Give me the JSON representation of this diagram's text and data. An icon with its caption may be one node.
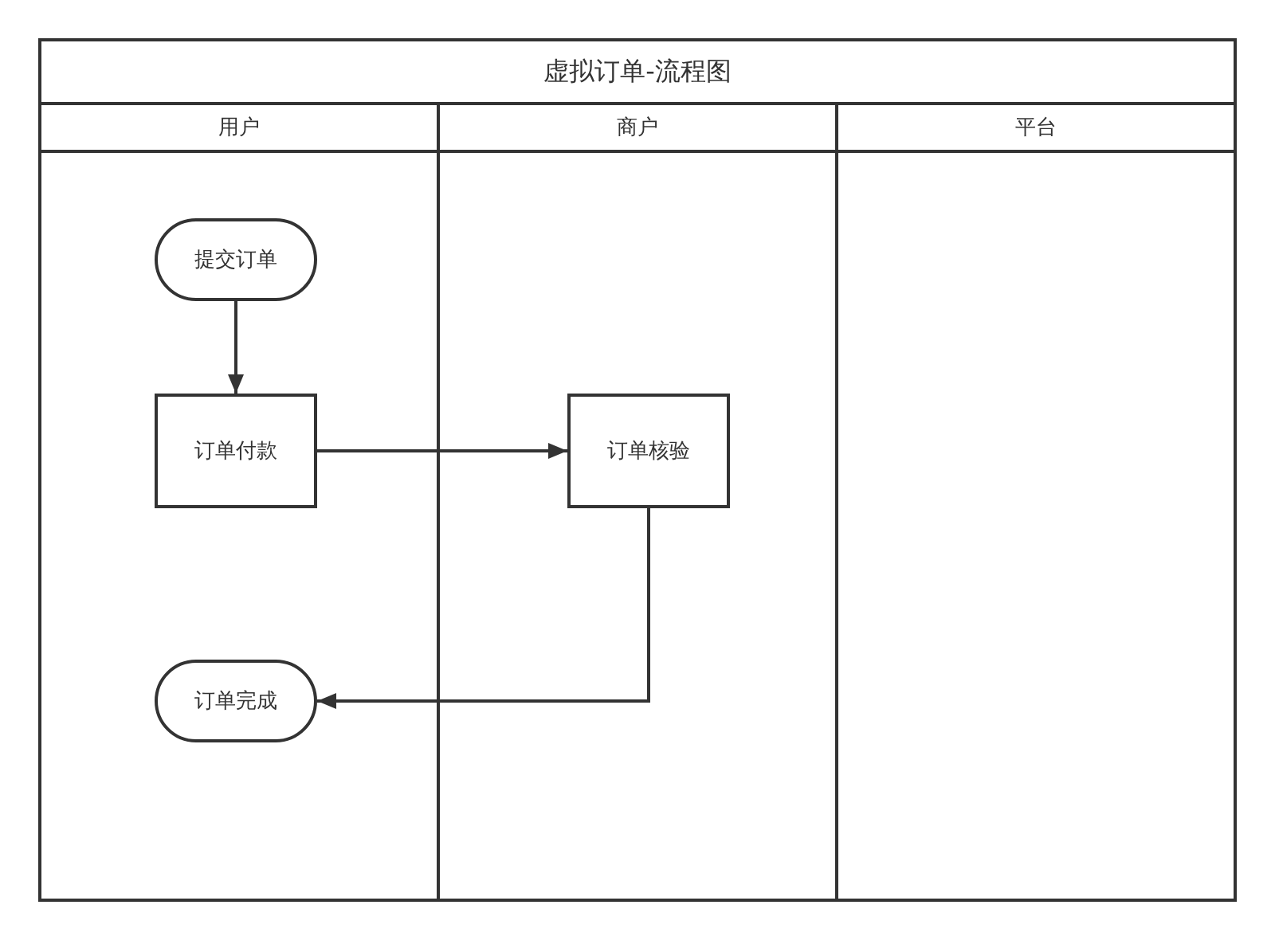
{
  "diagram": {
    "nodes": [
      {
        "text": [
          "虚拟订单-流程图"
        ]
      },
      {
        "text": [
          "用户"
        ],
        "in": 0
      },
      {
        "text": [
          "商户"
        ],
        "in": 0
      },
      {
        "text": [
          "平台"
        ],
        "in": 0
      },
      {
        "text": [
          "提交订单"
        ],
        "in": 1
      },
      {
        "text": [
          "订单付款"
        ],
        "in": 1
      },
      {
        "text": [
          "订单核验"
        ],
        "in": 2
      },
      {
        "text": [
          "订单完成"
        ],
        "in": 1
      }
    ],
    "edges": [
      {
        "from": 4,
        "to": 5,
        "arrow": "to"
      },
      {
        "from": 5,
        "to": 6,
        "arrow": "to"
      },
      {
        "from": 6,
        "to": 7,
        "arrow": "to"
      }
    ]
  }
}
